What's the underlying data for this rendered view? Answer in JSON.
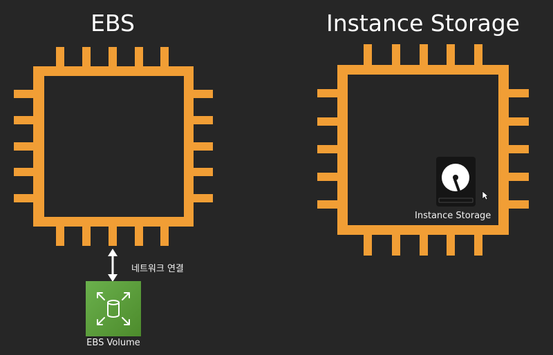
{
  "titles": {
    "left": "EBS",
    "right": "Instance Storage"
  },
  "labels": {
    "network_connection": "네트워크 연결",
    "ebs_volume": "EBS Volume",
    "instance_storage": "Instance Storage"
  },
  "colors": {
    "background": "#262626",
    "chip_orange": "#f19e35",
    "ebs_green": "#5a9e3b",
    "hdd_dark": "#151515"
  },
  "icons": {
    "left_chip": "cpu-chip-icon",
    "right_chip": "cpu-chip-icon",
    "ebs_volume": "ebs-volume-icon",
    "instance_storage": "hard-disk-icon",
    "connector": "double-arrow-icon",
    "pointer": "mouse-cursor-icon"
  }
}
